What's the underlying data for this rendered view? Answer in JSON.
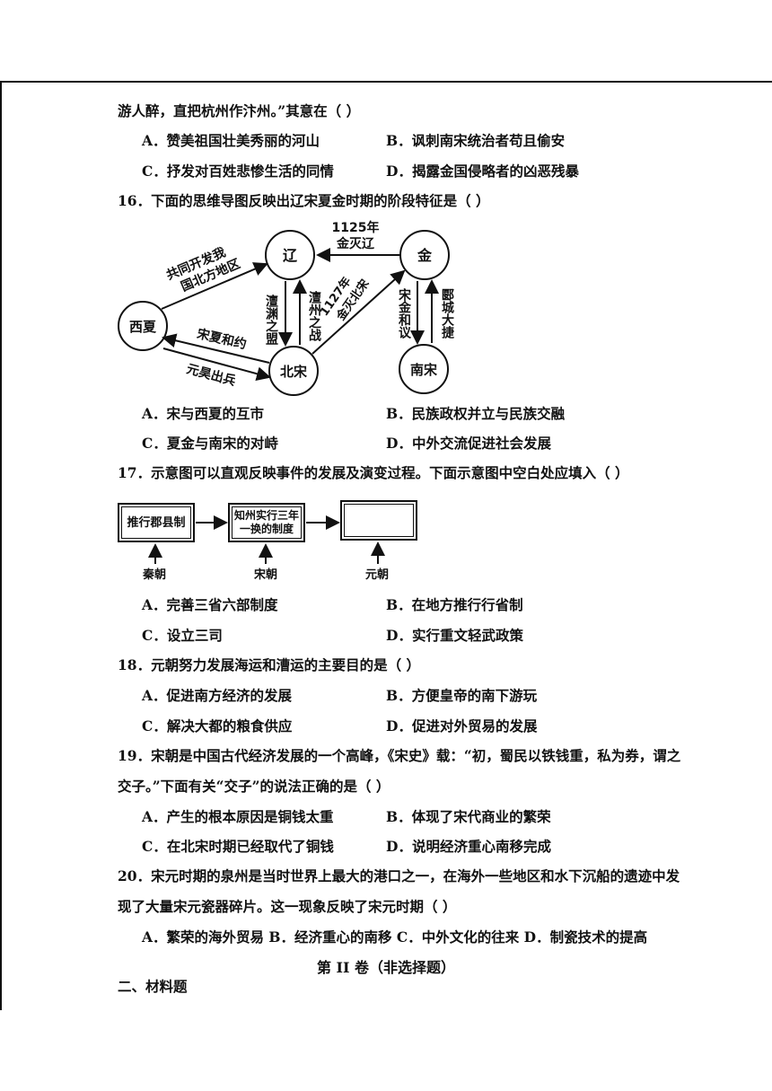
{
  "q15": {
    "tail": "游人醉，直把杭州作汴州。”其意在（    ）",
    "options": [
      "A．赞美祖国壮美秀丽的河山",
      "B．讽刺南宋统治者苟且偷安",
      "C．抒发对百姓悲惨生活的同情",
      "D．揭露金国侵略者的凶恶残暴"
    ]
  },
  "q16": {
    "stem": "16．下面的思维导图反映出辽宋夏金时期的阶段特征是（    ）",
    "diagram": {
      "nodes": {
        "liao": "辽",
        "jin": "金",
        "xixia": "西夏",
        "beisong": "北宋",
        "nansong": "南宋"
      },
      "edges": {
        "xixia_liao": [
          "共同开发我",
          "国北方地区"
        ],
        "jin_liao": [
          "1125年",
          "金灭辽"
        ],
        "jin_beisong": [
          "1127年",
          "金灭北宋"
        ],
        "liao_beisong": "澶渊之盟",
        "beisong_liao": "澶州之战",
        "jin_nansong": "宋金和议",
        "nansong_jin": "郾城大捷",
        "song_xia_peace": "宋夏和约",
        "yuanhao": "元昊出兵"
      }
    },
    "options": [
      "A．宋与西夏的互市",
      "B．民族政权并立与民族交融",
      "C．夏金与南宋的对峙",
      "D．中外交流促进社会发展"
    ]
  },
  "q17": {
    "stem": "17．示意图可以直观反映事件的发展及演变过程。下面示意图中空白处应填入（    ）",
    "diagram": {
      "box1": "推行郡县制",
      "box2": [
        "知州实行三年",
        "一换的制度"
      ],
      "box3": "",
      "labels": [
        "秦朝",
        "宋朝",
        "元朝"
      ]
    },
    "options": [
      "A．完善三省六部制度",
      "B．在地方推行行省制",
      "C．设立三司",
      "D．实行重文轻武政策"
    ]
  },
  "q18": {
    "stem": "18．元朝努力发展海运和漕运的主要目的是（    ）",
    "options": [
      "A．促进南方经济的发展",
      "B．方便皇帝的南下游玩",
      "C．解决大都的粮食供应",
      "D．促进对外贸易的发展"
    ]
  },
  "q19": {
    "stem1": "19．宋朝是中国古代经济发展的一个高峰，《宋史》载：“初，蜀民以铁钱重，私为券，谓之",
    "stem2": "交子。”下面有关“交子”的说法正确的是（    ）",
    "options": [
      "A．产生的根本原因是铜钱太重",
      "B．体现了宋代商业的繁荣",
      "C．在北宋时期已经取代了铜钱",
      "D．说明经济重心南移完成"
    ]
  },
  "q20": {
    "stem1": "20．宋元时期的泉州是当时世界上最大的港口之一，在海外一些地区和水下沉船的遗迹中发",
    "stem2": "现了大量宋元瓷器碎片。这一现象反映了宋元时期（    ）",
    "options_line": "A．繁荣的海外贸易 B．经济重心的南移 C．中外文化的往来    D．制瓷技术的提高"
  },
  "part2": {
    "title": "第 II 卷（非选择题）",
    "section": "二、材料题"
  }
}
